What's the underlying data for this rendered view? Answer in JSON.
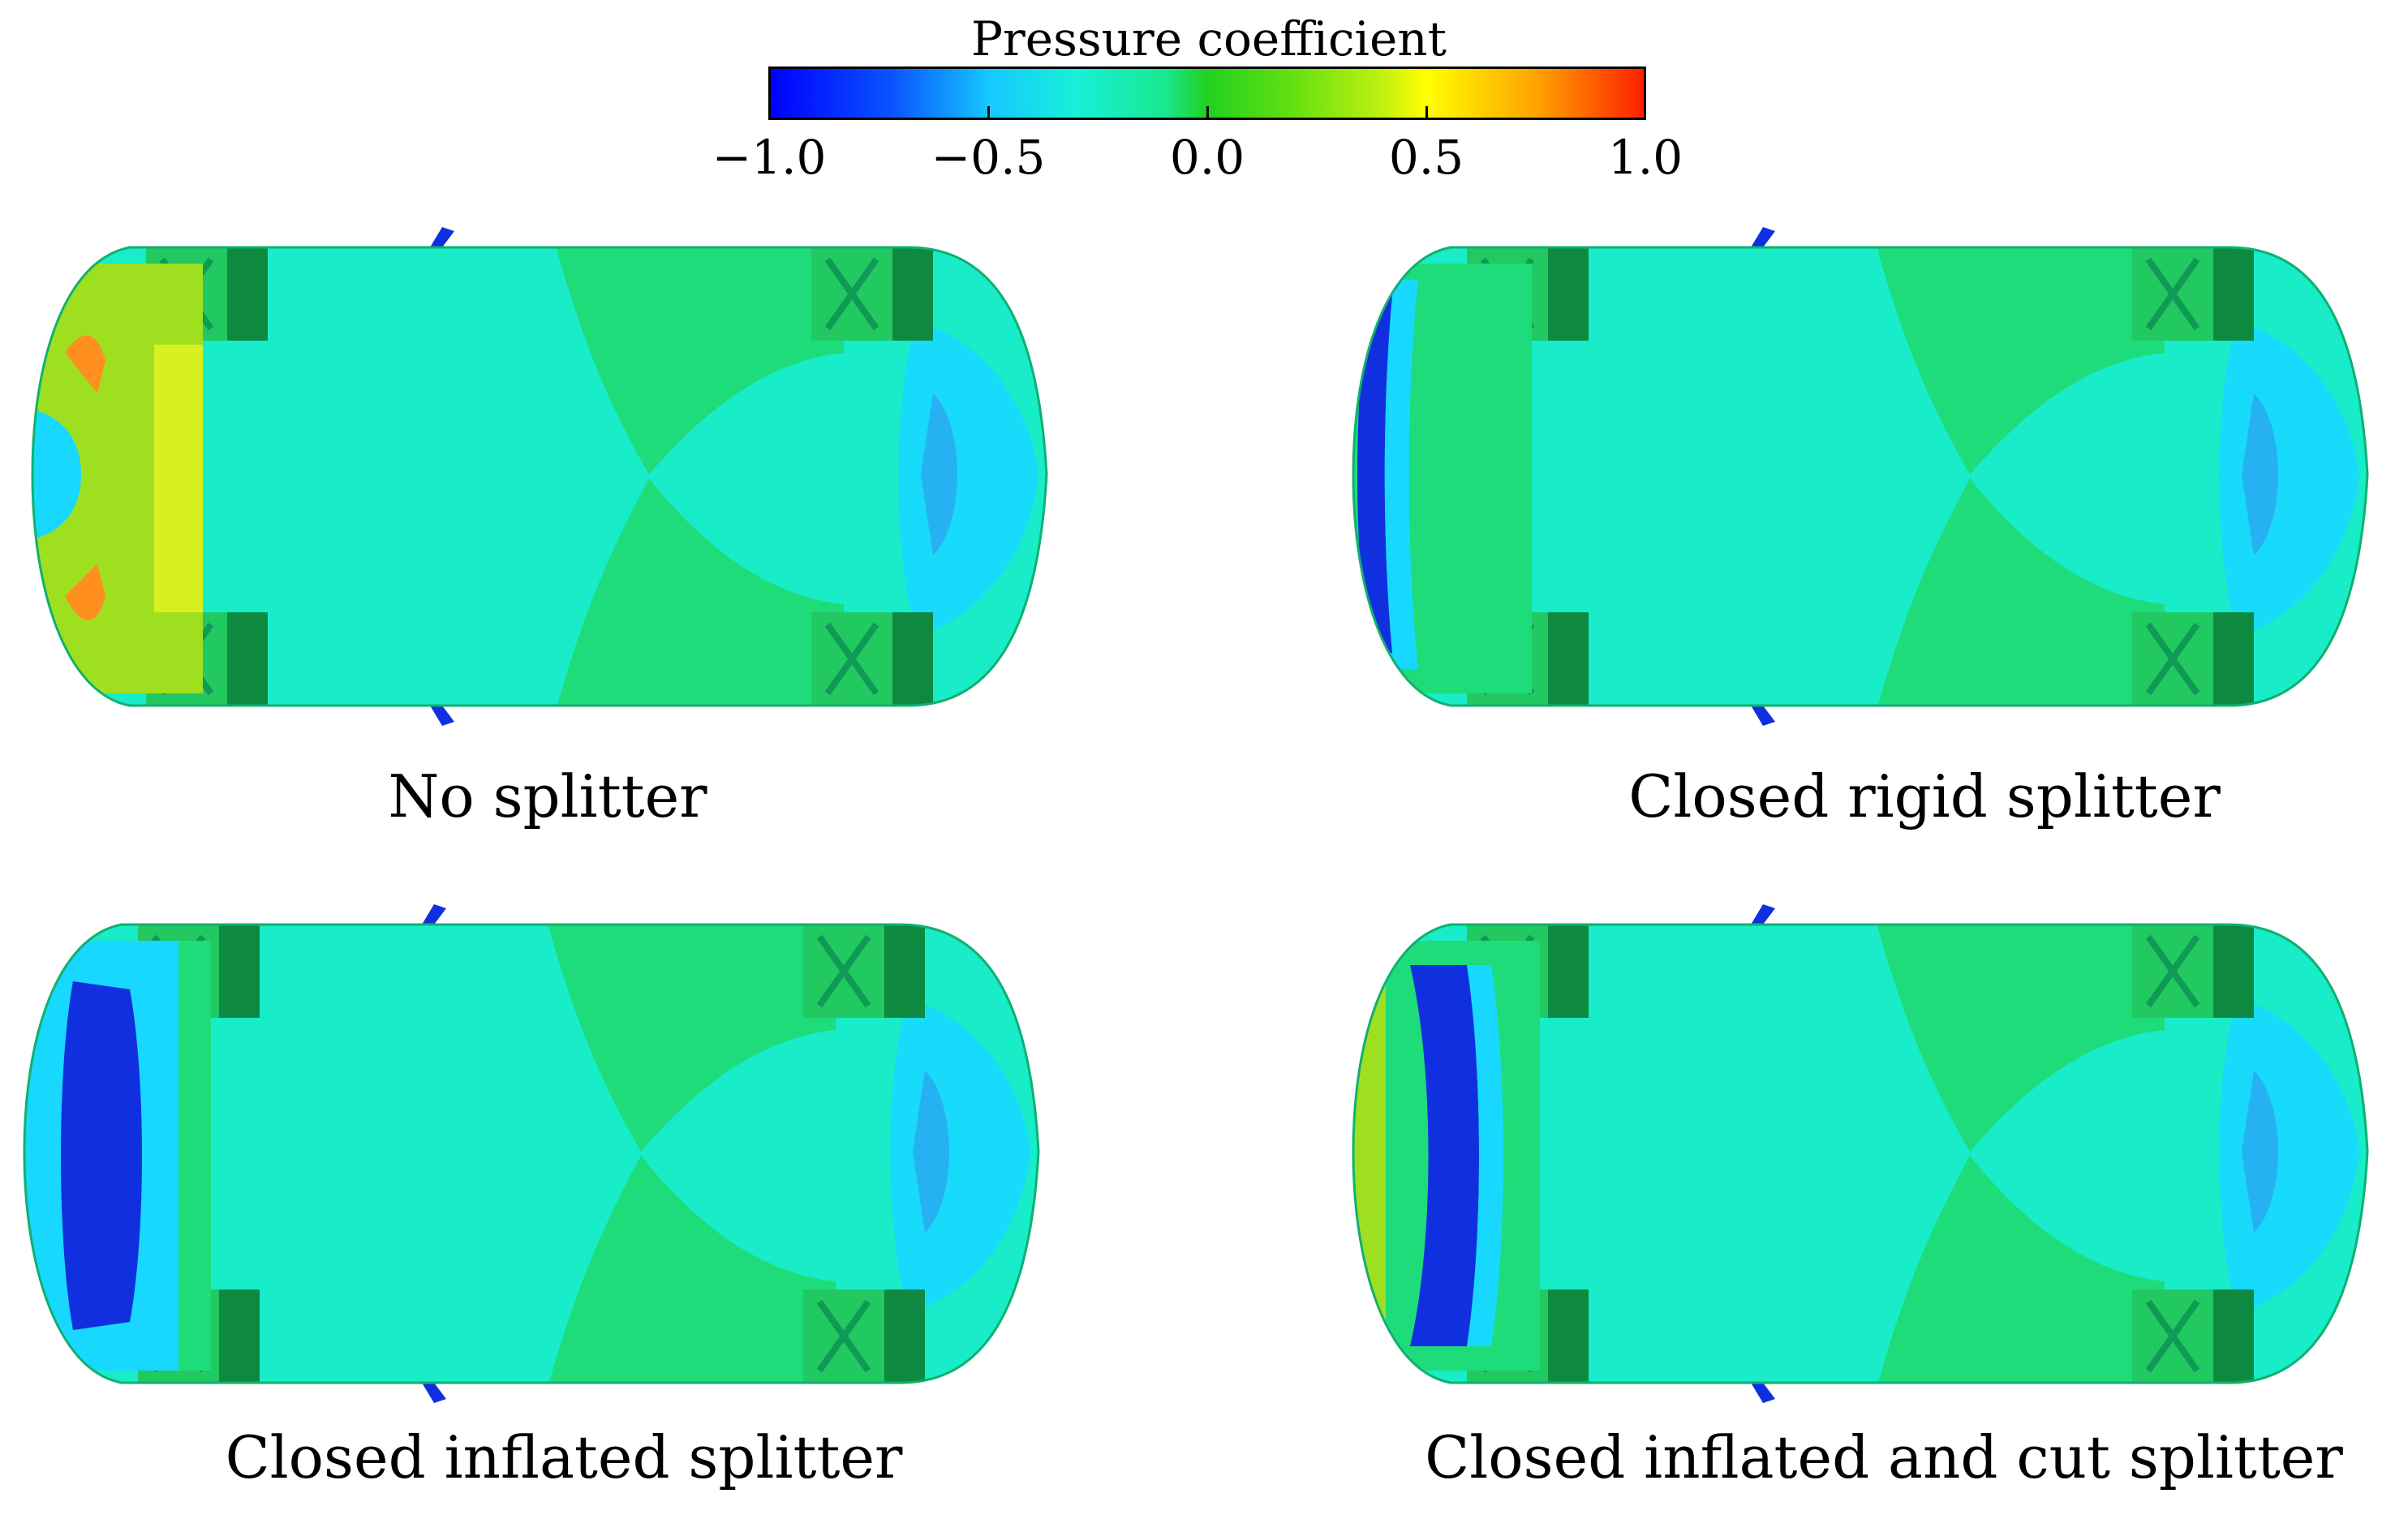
{
  "colorbar": {
    "title": "Pressure coefficient",
    "ticks": [
      "−1.0",
      "−0.5",
      "0.0",
      "0.5",
      "1.0"
    ],
    "colors": {
      "low": "#0000ff",
      "mid_low": "#15c8ff",
      "zero": "#22d020",
      "mid_high": "#ffff00",
      "high": "#ff2000"
    }
  },
  "panels": [
    {
      "caption": "No splitter",
      "front_style": "warm"
    },
    {
      "caption": "Closed rigid splitter",
      "front_style": "thin-blue"
    },
    {
      "caption": "Closed inflated splitter",
      "front_style": "deep-blue"
    },
    {
      "caption": "Closed inflated and cut splitter",
      "front_style": "mixed-blue"
    }
  ],
  "surface_colors": {
    "body": "#18ecc8",
    "green_zone": "#1fdc7a",
    "wheel": "#22c860",
    "wheel_dark": "#0d8a40",
    "dark_blue": "#1030e0",
    "light_blue": "#18d8ff",
    "yellow_green": "#9ee020",
    "orange": "#ff9020"
  }
}
